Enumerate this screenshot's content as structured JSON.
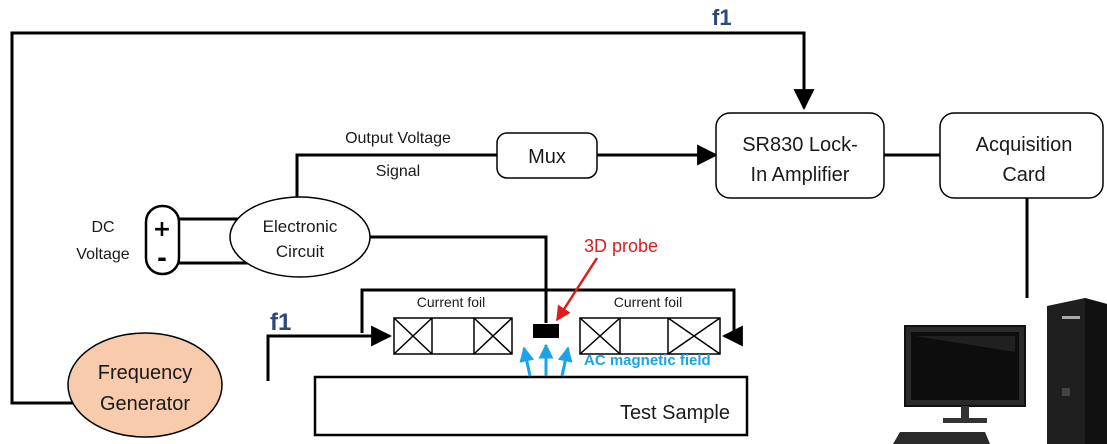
{
  "signals": {
    "f1_top": "f1",
    "f1_left": "f1"
  },
  "boxes": {
    "mux": "Mux",
    "lockin_line1": "SR830 Lock-",
    "lockin_line2": "In Amplifier",
    "acq_line1": "Acquisition",
    "acq_line2": "Card",
    "test_sample": "Test Sample"
  },
  "ellipses": {
    "electronic_line1": "Electronic",
    "electronic_line2": "Circuit",
    "freq_line1": "Frequency",
    "freq_line2": "Generator"
  },
  "labels": {
    "output_voltage": "Output Voltage",
    "signal": "Signal",
    "dc_line1": "DC",
    "dc_line2": "Voltage",
    "probe": "3D probe",
    "current_foil_left": "Current foil",
    "current_foil_right": "Current foil",
    "ac_field": "AC magnetic field",
    "plus": "+",
    "minus": "-"
  },
  "colors": {
    "line": "#000000",
    "freq_fill": "#f7cbac",
    "f1": "#2e4a7a",
    "probe_label": "#e01b1b",
    "ac_field": "#1aa3e6",
    "probe_arrow": "#e01b1b"
  },
  "icons": {
    "computer": "desktop-computer-icon"
  }
}
